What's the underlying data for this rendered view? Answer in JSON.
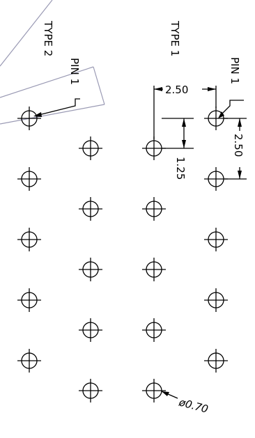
{
  "type1": {
    "title": "TYPE 1",
    "pin_label": "PIN 1",
    "pitch_horizontal": "2.50",
    "pitch_vertical": "2.50",
    "row_offset": "1.25",
    "drill_diameter": "ø0.70"
  },
  "type2": {
    "title": "TYPE 2",
    "pin_label": "PIN 1"
  }
}
